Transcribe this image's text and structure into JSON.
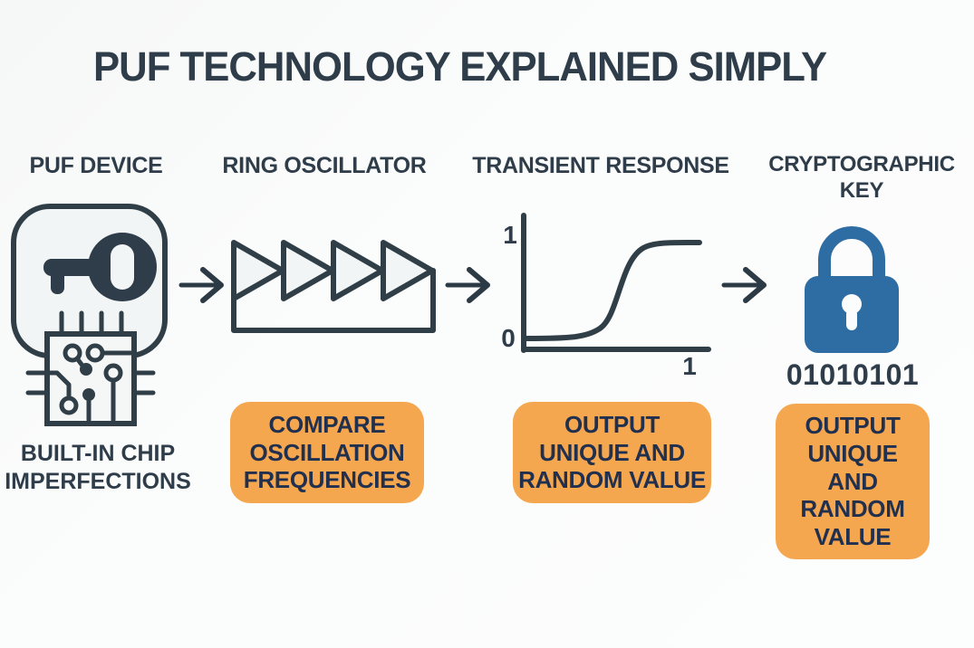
{
  "title": "PUF TECHNOLOGY EXPLAINED SIMPLY",
  "columns": {
    "puf_device": {
      "header": "PUF DEVICE",
      "caption": "BUILT-IN CHIP\nIMPERFECTIONS"
    },
    "ring_oscillator": {
      "header": "RING OSCILLATOR",
      "note": "COMPARE\nOSCILLATION\nFREQUENCIES"
    },
    "transient_response": {
      "header": "TRANSIENT RESPONSE",
      "note": "OUTPUT\nUNIQUE AND\nRANDOM VALUE",
      "graph": {
        "type": "line",
        "shape": "sigmoid step response",
        "y_max_label": "1",
        "y_min_label": "0",
        "x_max_label": "1"
      }
    },
    "cryptographic_key": {
      "header": "CRYPTOGRAPHIC\nKEY",
      "key_value": "01010101",
      "note": "OUTPUT\nUNIQUE\nAND\nRANDOM\nVALUE"
    }
  },
  "icons": {
    "puf_device": "key-and-chip-icon",
    "ring_oscillator": "inverter-chain-loop-icon",
    "transient_response": "sigmoid-graph-icon",
    "cryptographic_key": "padlock-icon",
    "flow": "arrow-right-icon"
  },
  "colors": {
    "ink": "#2e3d49",
    "navy_text": "#21304e",
    "note_bg": "#f5a74f",
    "lock_blue": "#2e6da3",
    "shape_fill": "#f2f5f5",
    "background": "#fafbfb"
  }
}
